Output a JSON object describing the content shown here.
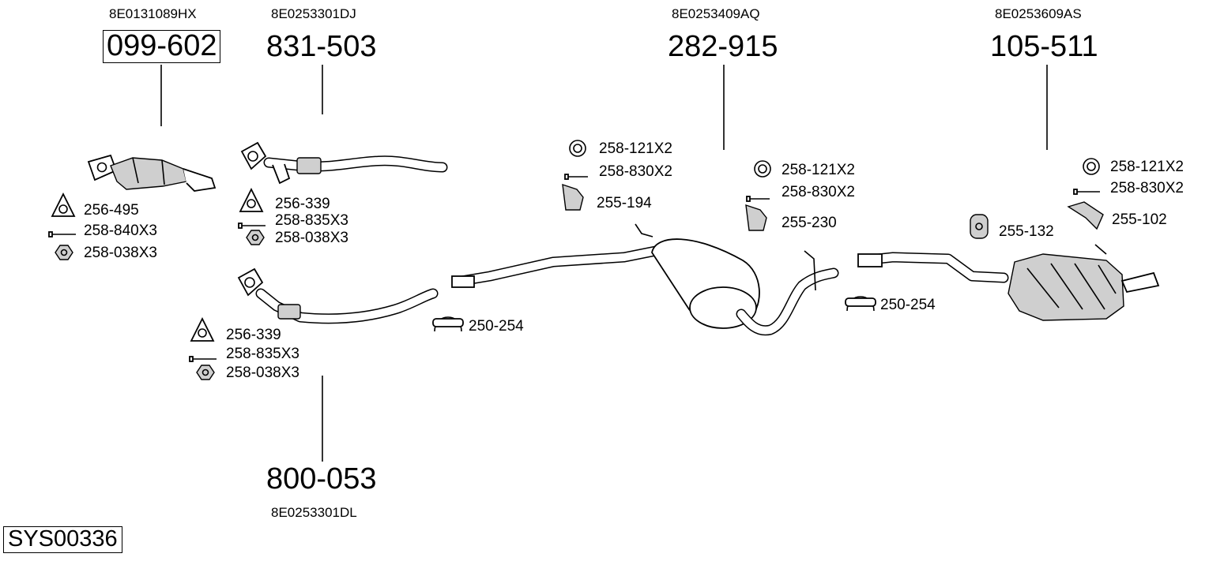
{
  "system_id": "SYS00336",
  "parts": [
    {
      "oem": "8E0131089HX",
      "number": "099-602",
      "boxed": true
    },
    {
      "oem": "8E0253301DJ",
      "number": "831-503",
      "boxed": false
    },
    {
      "oem": "8E0253409AQ",
      "number": "282-915",
      "boxed": false
    },
    {
      "oem": "8E0253609AS",
      "number": "105-511",
      "boxed": false
    },
    {
      "oem": "8E0253301DL",
      "number": "800-053",
      "boxed": false
    }
  ],
  "accessories": {
    "cat_gasket": "256-495",
    "cat_bolt": "258-840X3",
    "cat_nut": "258-038X3",
    "front_gasket": "256-339",
    "front_bolt": "258-835X3",
    "front_nut": "258-038X3",
    "lower_gasket": "256-339",
    "lower_bolt": "258-835X3",
    "lower_nut": "258-038X3",
    "clamp_front": "250-254",
    "mid_ring_a": "258-121X2",
    "mid_bolt_a": "258-830X2",
    "mid_hanger_a": "255-194",
    "mid_ring_b": "258-121X2",
    "mid_bolt_b": "258-830X2",
    "mid_hanger_b": "255-230",
    "clamp_rear": "250-254",
    "rear_rubber": "255-132",
    "rear_ring": "258-121X2",
    "rear_bolt": "258-830X2",
    "rear_bracket": "255-102"
  }
}
